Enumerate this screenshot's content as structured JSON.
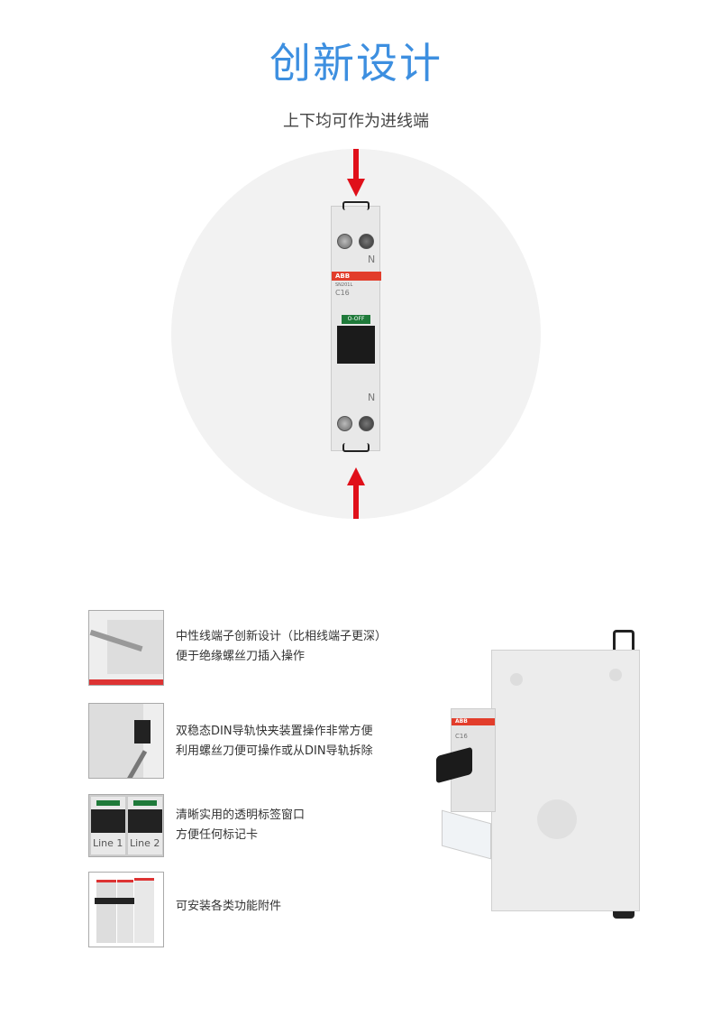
{
  "header": {
    "title": "创新设计",
    "subtitle": "上下均可作为进线端"
  },
  "breaker": {
    "brand": "ABB",
    "model": "SN201L",
    "rating": "C16",
    "status_window": "O-OFF",
    "neutral_label": "N",
    "accent_color": "#e0101a"
  },
  "features": [
    {
      "lines": [
        "中性线端子创新设计（比相线端子更深）",
        "便于绝缘螺丝刀插入操作"
      ],
      "image": "neutral-terminal"
    },
    {
      "lines": [
        "双稳态DIN导轨快夹装置操作非常方便",
        "利用螺丝刀便可操作或从DIN导轨拆除"
      ],
      "image": "din-rail-clip"
    },
    {
      "lines": [
        "清晰实用的透明标签窗口",
        "方便任何标记卡"
      ],
      "image": "label-window",
      "labels": [
        "Line 1",
        "Line 2"
      ]
    },
    {
      "lines": [
        "可安装各类功能附件"
      ],
      "image": "accessories"
    }
  ]
}
